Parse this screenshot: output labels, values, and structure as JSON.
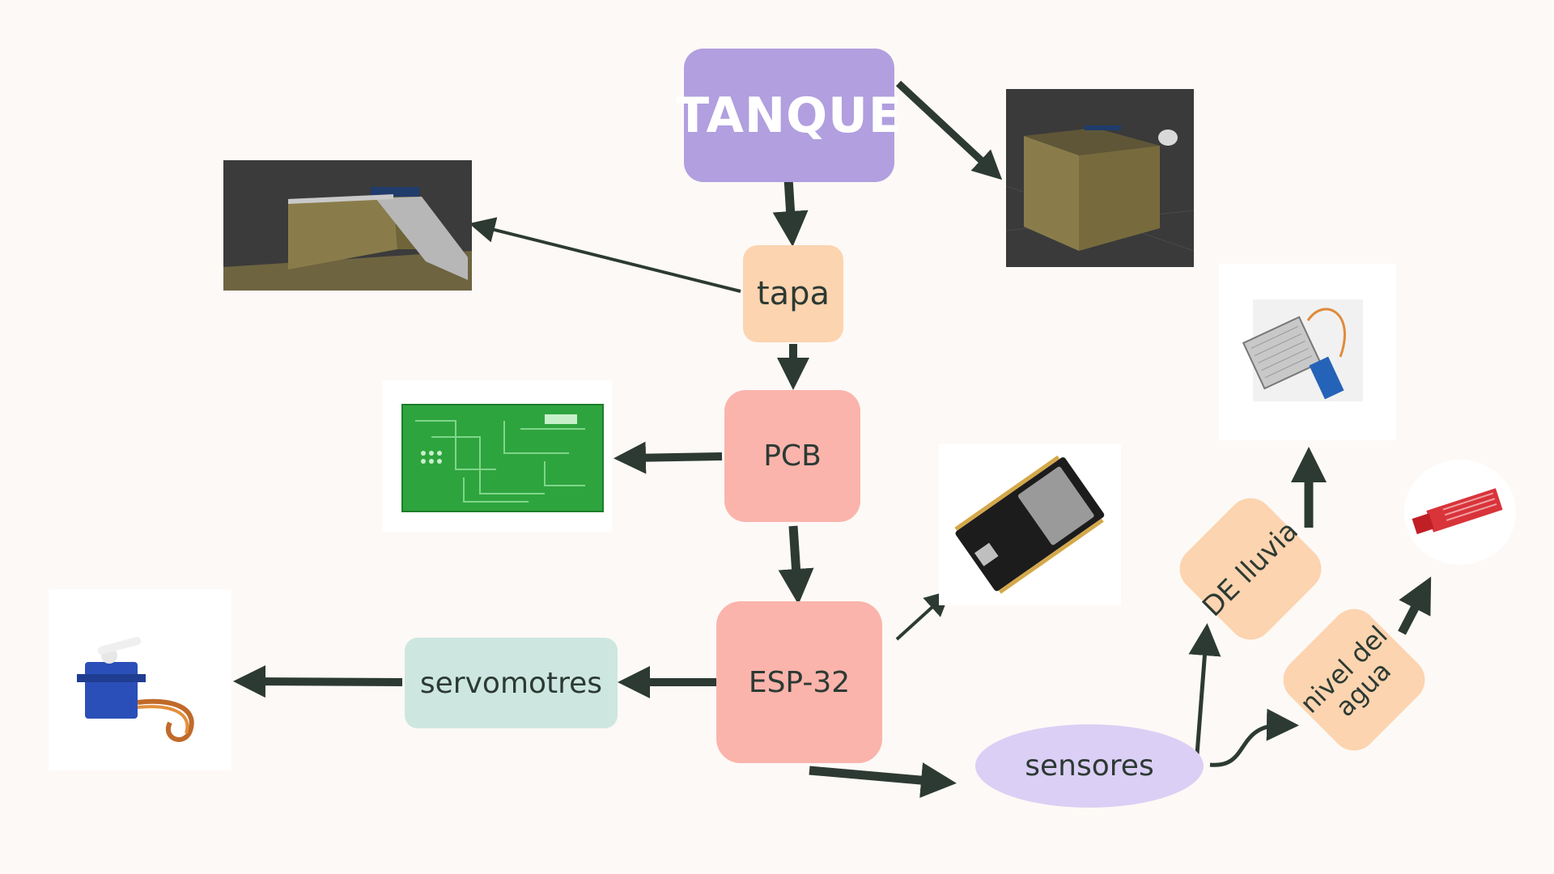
{
  "nodes": {
    "tanque": "TANQUE",
    "tapa": "tapa",
    "pcb": "PCB",
    "esp32": "ESP-32",
    "servomotores": "servomotres",
    "sensores": "sensores",
    "lluvia": "DE lluvia",
    "nivel": "nivel del\nagua"
  },
  "colors": {
    "background": "#fdf9f6",
    "arrow": "#2c3a33",
    "tanque": "#b19fdf",
    "peach": "#fcd4b0",
    "salmon": "#fab4ac",
    "mint": "#cde7e0",
    "lavender": "#dccff5"
  },
  "images": {
    "tank_side_render": "3d-render-tank-side",
    "tank_box_render": "3d-render-tank-box",
    "pcb_board": "green-pcb-board",
    "esp32_board": "esp32-dev-board",
    "rain_sensor": "rain-sensor-module",
    "water_level_sensor": "water-level-sensor",
    "servo_motor": "blue-servo-motor"
  }
}
